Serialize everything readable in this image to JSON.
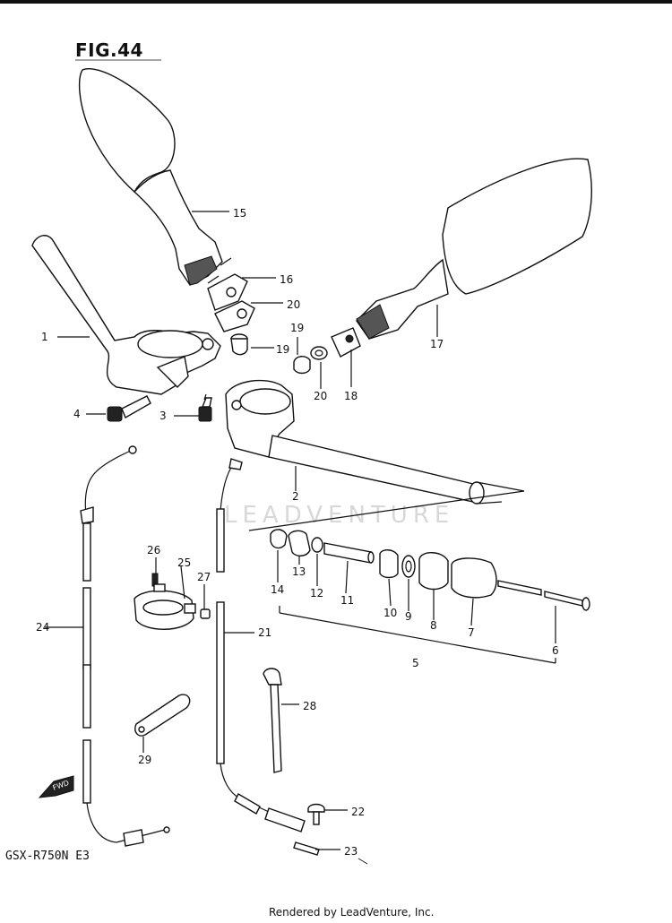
{
  "figure": {
    "title": "FIG.44"
  },
  "model_code": "GSX-R750N E3",
  "watermark_text": "LEADVENTURE",
  "fwd_label": "FWD",
  "footer": "Rendered by LeadVenture, Inc.",
  "callouts": [
    {
      "id": "c1",
      "label": "1"
    },
    {
      "id": "c2",
      "label": "2"
    },
    {
      "id": "c3",
      "label": "3"
    },
    {
      "id": "c4",
      "label": "4"
    },
    {
      "id": "c5",
      "label": "5"
    },
    {
      "id": "c6",
      "label": "6"
    },
    {
      "id": "c7",
      "label": "7"
    },
    {
      "id": "c8",
      "label": "8"
    },
    {
      "id": "c9",
      "label": "9"
    },
    {
      "id": "c10",
      "label": "10"
    },
    {
      "id": "c11",
      "label": "11"
    },
    {
      "id": "c12",
      "label": "12"
    },
    {
      "id": "c13",
      "label": "13"
    },
    {
      "id": "c14",
      "label": "14"
    },
    {
      "id": "c15",
      "label": "15"
    },
    {
      "id": "c16",
      "label": "16"
    },
    {
      "id": "c17",
      "label": "17"
    },
    {
      "id": "c18",
      "label": "18"
    },
    {
      "id": "c19a",
      "label": "19"
    },
    {
      "id": "c19b",
      "label": "19"
    },
    {
      "id": "c20a",
      "label": "20"
    },
    {
      "id": "c20b",
      "label": "20"
    },
    {
      "id": "c21",
      "label": "21"
    },
    {
      "id": "c22",
      "label": "22"
    },
    {
      "id": "c23",
      "label": "23"
    },
    {
      "id": "c24",
      "label": "24"
    },
    {
      "id": "c25",
      "label": "25"
    },
    {
      "id": "c26",
      "label": "26"
    },
    {
      "id": "c27",
      "label": "27"
    },
    {
      "id": "c28",
      "label": "28"
    },
    {
      "id": "c29",
      "label": "29"
    }
  ]
}
